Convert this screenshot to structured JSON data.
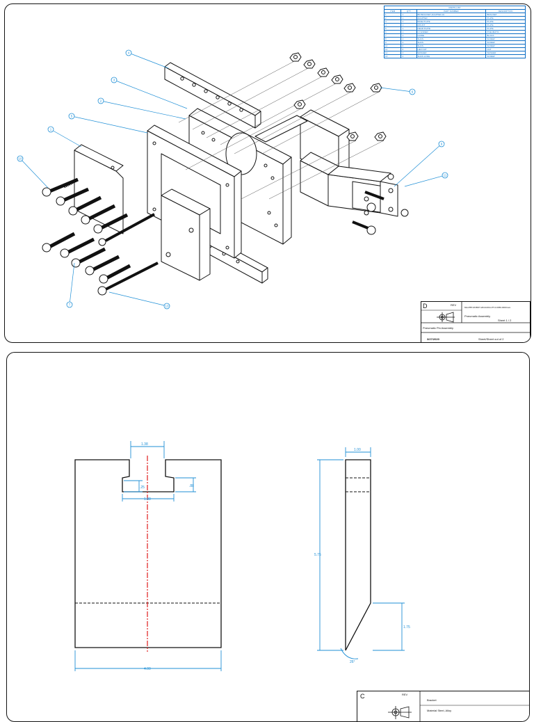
{
  "sheet1": {
    "bom": {
      "title": "PARTS LIST",
      "headers": [
        "ITEM",
        "QTY",
        "PART NUMBER",
        "DESCRIPTION"
      ],
      "rows": [
        [
          "1",
          "1",
          "BP-BRACKET-ADAPTER-01",
          "BRACKET"
        ],
        [
          "2",
          "1",
          "ADAPTER",
          "PLATE"
        ],
        [
          "3",
          "1",
          "BASE PLATE",
          "PLATE"
        ],
        [
          "4",
          "1",
          "MOUNT",
          "PLATE"
        ],
        [
          "5",
          "1",
          "REAR PLATE",
          "PLATE"
        ],
        [
          "6",
          "1",
          "CYLINDER",
          "PNEUMATIC"
        ],
        [
          "7",
          "1",
          "GUIDE",
          "BLOCK"
        ],
        [
          "8",
          "4",
          "SHCS",
          "SCREW"
        ],
        [
          "9",
          "4",
          "SHCS",
          "SCREW"
        ],
        [
          "10",
          "6",
          "SHCS",
          "SCREW"
        ],
        [
          "11",
          "6",
          "HEX NUT",
          "NUT"
        ],
        [
          "12",
          "4",
          "WASHER",
          "WASHER"
        ],
        [
          "13",
          "2",
          "SHCS LONG",
          "SCREW"
        ]
      ]
    },
    "title_block": {
      "zone": "D",
      "rev": "REV",
      "doc_number": "MH-PBT-ROBOT-2019-0011-PT-0-0050-0000.iam",
      "title": "Pneumatic Assembly",
      "subtitle": "Pneumatic Pin Assembly",
      "sheet": "Sheet 1 / 2",
      "date": "3/27/2020",
      "sheet_of": "Sheet/Sheet out of 2"
    },
    "balloons": [
      "4",
      "3",
      "2",
      "5",
      "1",
      "10",
      "6",
      "9",
      "11",
      "7",
      "13",
      "8",
      "12"
    ]
  },
  "sheet2": {
    "dims_front": {
      "slot_width": "1.38",
      "slot_depth": ".25",
      "t_width": "1.38",
      "t_depth": ".88",
      "overall_width": "4.00"
    },
    "dims_side": {
      "thickness": "1.00",
      "height": "5.75",
      "chamfer_height": "1.75",
      "angle": "26°"
    },
    "title_block": {
      "zone": "C",
      "rev": "REV",
      "title": "Bracket",
      "material": "Material Steel, Alloy"
    }
  }
}
